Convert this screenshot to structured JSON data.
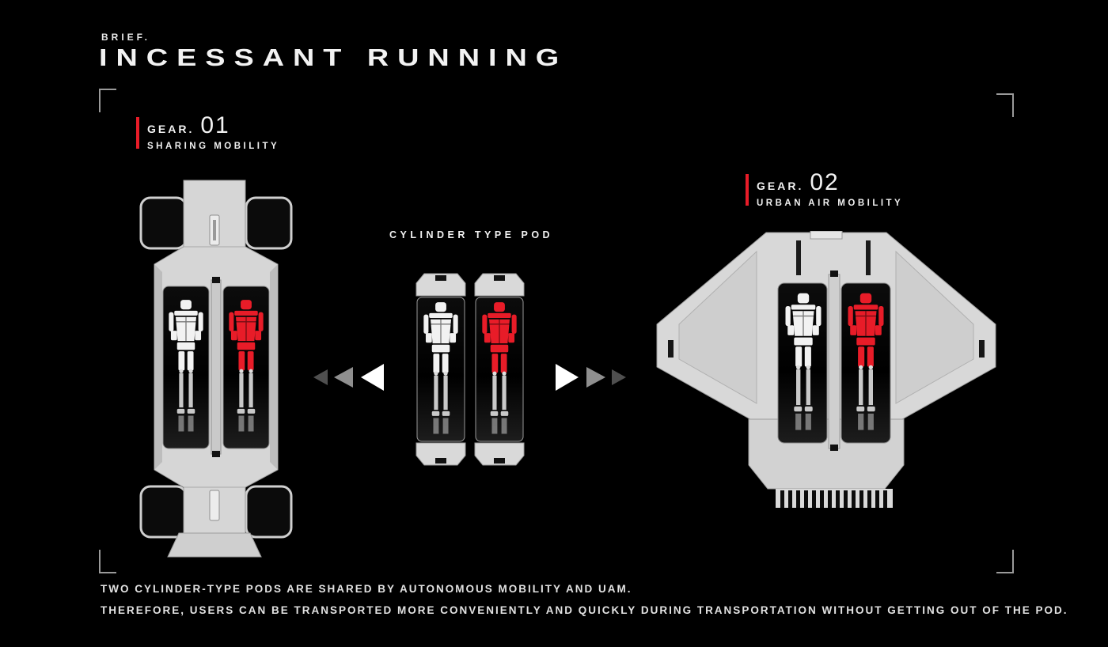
{
  "colors": {
    "background": "#000000",
    "accent_red": "#e81c28",
    "vehicle_grey": "#d6d6d6",
    "figure_white": "#f2f2f2",
    "text_white": "#f2f2f2",
    "frame_grey": "#9a9a9a"
  },
  "header": {
    "kicker": "BRIEF.",
    "title": "INCESSANT RUNNING"
  },
  "sections": {
    "gear_01": {
      "label": "GEAR.",
      "number": "01",
      "subtitle": "SHARING MOBILITY"
    },
    "gear_02": {
      "label": "GEAR.",
      "number": "02",
      "subtitle": "URBAN AIR MOBILITY"
    },
    "pod_label": "CYLINDER TYPE POD"
  },
  "footer": {
    "line1": "TWO CYLINDER-TYPE PODS ARE SHARED BY AUTONOMOUS MOBILITY AND UAM.",
    "line2": "THEREFORE, USERS CAN BE TRANSPORTED MORE CONVENIENTLY AND QUICKLY DURING TRANSPORTATION WITHOUT GETTING OUT OF THE POD."
  }
}
